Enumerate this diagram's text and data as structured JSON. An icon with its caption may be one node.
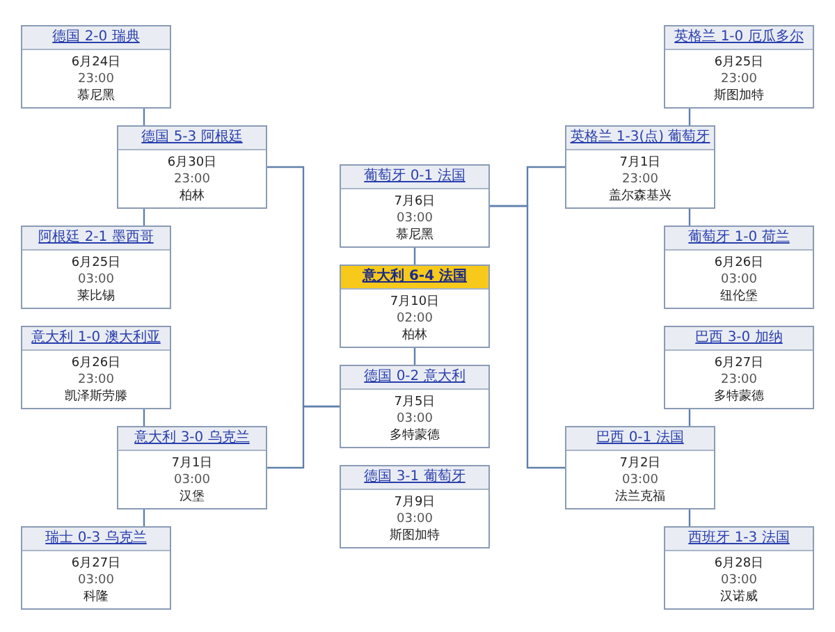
{
  "diagram": {
    "nodes": [
      {
        "text": [
          "德国 2-0 瑞典",
          "6月24日",
          "23:00",
          "慕尼黑"
        ]
      },
      {
        "text": [
          "德国 5-3 阿根廷",
          "6月30日",
          "23:00",
          "柏林"
        ]
      },
      {
        "text": [
          "阿根廷 2-1 墨西哥",
          "6月25日",
          "03:00",
          "莱比锡"
        ]
      },
      {
        "text": [
          "意大利 1-0 澳大利亚",
          "6月26日",
          "23:00",
          "凯泽斯劳滕"
        ]
      },
      {
        "text": [
          "意大利 3-0 乌克兰",
          "7月1日",
          "03:00",
          "汉堡"
        ]
      },
      {
        "text": [
          "瑞士 0-3 乌克兰",
          "6月27日",
          "03:00",
          "科隆"
        ]
      },
      {
        "text": [
          "葡萄牙 0-1 法国",
          "7月6日",
          "03:00",
          "慕尼黑"
        ]
      },
      {
        "text": [
          "意大利 6-4 法国",
          "7月10日",
          "02:00",
          "柏林"
        ]
      },
      {
        "text": [
          "德国 0-2 意大利",
          "7月5日",
          "03:00",
          "多特蒙德"
        ]
      },
      {
        "text": [
          "德国 3-1 葡萄牙",
          "7月9日",
          "03:00",
          "斯图加特"
        ]
      },
      {
        "text": [
          "英格兰 1-0 厄瓜多尔",
          "6月25日",
          "23:00",
          "斯图加特"
        ]
      },
      {
        "text": [
          "英格兰 1-3(点) 葡萄牙",
          "7月1日",
          "23:00",
          "盖尔森基兴"
        ]
      },
      {
        "text": [
          "葡萄牙 1-0 荷兰",
          "6月26日",
          "03:00",
          "纽伦堡"
        ]
      },
      {
        "text": [
          "巴西 3-0 加纳",
          "6月27日",
          "23:00",
          "多特蒙德"
        ]
      },
      {
        "text": [
          "巴西 0-1 法国",
          "7月2日",
          "03:00",
          "法兰克福"
        ]
      },
      {
        "text": [
          "西班牙 1-3 法国",
          "6月28日",
          "03:00",
          "汉诺威"
        ]
      }
    ],
    "edges": [
      {
        "from": 0,
        "to": 1,
        "arrow": "none"
      },
      {
        "from": 2,
        "to": 1,
        "arrow": "none"
      },
      {
        "from": 3,
        "to": 4,
        "arrow": "none"
      },
      {
        "from": 5,
        "to": 4,
        "arrow": "none"
      },
      {
        "from": 1,
        "to": 8,
        "arrow": "none"
      },
      {
        "from": 4,
        "to": 8,
        "arrow": "none"
      },
      {
        "from": 10,
        "to": 11,
        "arrow": "none"
      },
      {
        "from": 12,
        "to": 11,
        "arrow": "none"
      },
      {
        "from": 13,
        "to": 14,
        "arrow": "none"
      },
      {
        "from": 15,
        "to": 14,
        "arrow": "none"
      },
      {
        "from": 11,
        "to": 6,
        "arrow": "none"
      },
      {
        "from": 14,
        "to": 6,
        "arrow": "none"
      },
      {
        "from": 6,
        "to": 7,
        "arrow": "none"
      },
      {
        "from": 8,
        "to": 7,
        "arrow": "none"
      }
    ]
  }
}
